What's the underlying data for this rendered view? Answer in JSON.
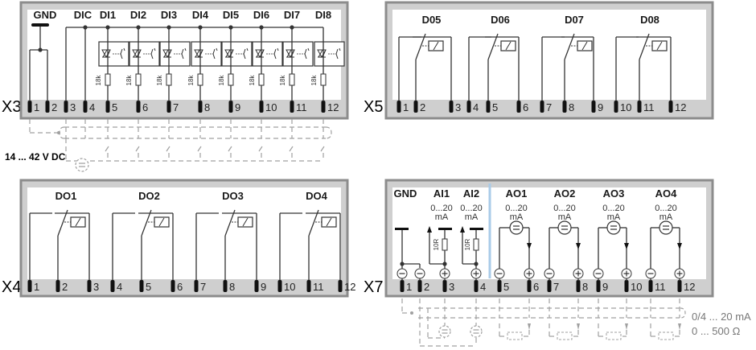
{
  "diagram_title": "",
  "colors": {
    "frame": "#8c8c8c",
    "strip": "#cfcfcf",
    "inner": "#ffffff",
    "wire": "#333333",
    "dash": "#a0a0a0",
    "divider": "#a9cbe8"
  },
  "blocks": [
    {
      "id": "X3",
      "label": "X3",
      "terminals": [
        "1",
        "2",
        "3",
        "4",
        "5",
        "6",
        "7",
        "8",
        "9",
        "10",
        "11",
        "12"
      ],
      "headers": [
        "GND",
        "DIC",
        "DI1",
        "DI2",
        "DI3",
        "DI4",
        "DI5",
        "DI6",
        "DI7",
        "DI8"
      ],
      "resistor_label": "18k",
      "supply_label": "14 ... 42 V DC"
    },
    {
      "id": "X5",
      "label": "X5",
      "terminals": [
        "1",
        "2",
        "3",
        "4",
        "5",
        "6",
        "7",
        "8",
        "9",
        "10",
        "11",
        "12"
      ],
      "headers": [
        "D05",
        "D06",
        "D07",
        "D08"
      ]
    },
    {
      "id": "X4",
      "label": "X4",
      "terminals": [
        "1",
        "2",
        "3",
        "4",
        "5",
        "6",
        "7",
        "8",
        "9",
        "10",
        "11",
        "12"
      ],
      "headers": [
        "DO1",
        "DO2",
        "DO3",
        "DO4"
      ]
    },
    {
      "id": "X7",
      "label": "X7",
      "terminals": [
        "1",
        "2",
        "3",
        "4",
        "5",
        "6",
        "7",
        "8",
        "9",
        "10",
        "11",
        "12"
      ],
      "headers": [
        "GND",
        "AI1",
        "AI2",
        "AO1",
        "AO2",
        "AO3",
        "AO4"
      ],
      "ranges": [
        "0...20",
        "0...20",
        "0...20",
        "0...20",
        "0...20",
        "0...20"
      ],
      "units": [
        "mA",
        "mA",
        "mA",
        "mA",
        "mA",
        "mA"
      ],
      "resistor_label": "10R",
      "current_note": "0/4 ... 20 mA",
      "load_note": "0 ... 500 Ω"
    }
  ],
  "icons": {
    "optocoupler": "optocoupler-icon",
    "relay": "relay-contact-icon",
    "source": "current-source-icon",
    "minus": "minus-circle-icon",
    "plus": "plus-circle-icon"
  }
}
